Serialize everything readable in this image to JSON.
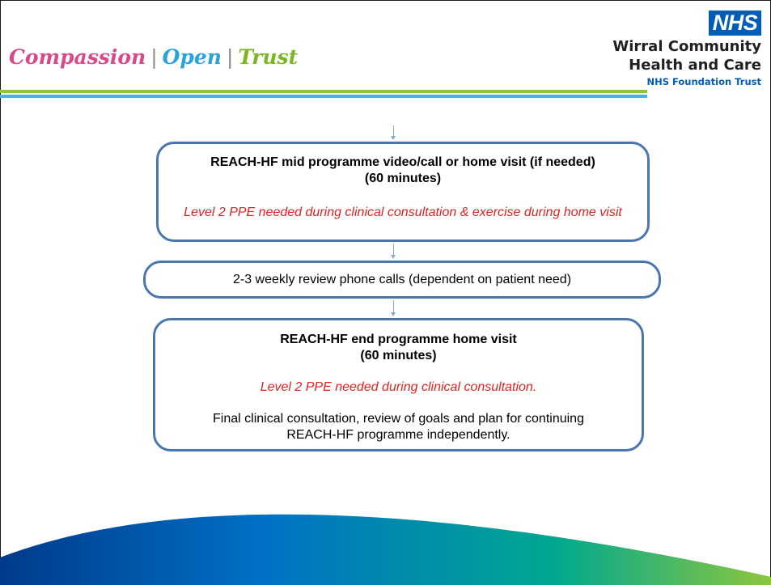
{
  "header": {
    "values": [
      "Compassion",
      "Open",
      "Trust"
    ],
    "separator": "|",
    "value_colors": [
      "#d84a8a",
      "#2aa3dd",
      "#7bb624"
    ],
    "nhs_badge": "NHS",
    "org_line_1": "Wirral Community",
    "org_line_2": "Health and Care",
    "org_line_3": "NHS Foundation Trust",
    "rule_colors": [
      "#8cc63f",
      "#41b6e6"
    ]
  },
  "flow": {
    "box1": {
      "title": "REACH-HF mid programme video/call or home visit (if needed)",
      "subtitle": "(60 minutes)",
      "note": "Level 2 PPE needed during clinical consultation & exercise during home visit"
    },
    "box2": {
      "text": "2-3 weekly review phone calls (dependent on patient need)"
    },
    "box3": {
      "title": "REACH-HF end programme home visit",
      "subtitle": "(60 minutes)",
      "note": "Level 2 PPE needed during clinical consultation.",
      "body": "Final clinical consultation, review of goals and plan for continuing REACH-HF programme independently."
    }
  },
  "footer": {
    "wave_colors": [
      "#003a8c",
      "#0072c6",
      "#00a88f",
      "#8cc63f"
    ]
  }
}
